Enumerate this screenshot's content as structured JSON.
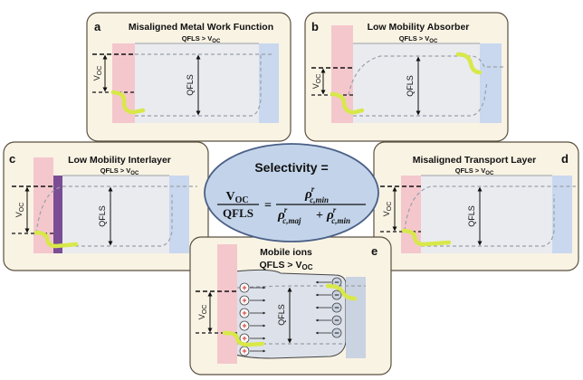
{
  "center": {
    "title": "Selectivity =",
    "lhs_num": "V",
    "lhs_num_sub": "OC",
    "lhs_den": "QFLS",
    "equals": "=",
    "rho": "ρ",
    "sup_r": "r",
    "sub_cmin": "c,min",
    "sub_cmaj": "c,maj",
    "plus": "+"
  },
  "panels": {
    "a": {
      "letter": "a",
      "title": "Misaligned Metal Work Function",
      "cond_pre": "QFLS > V",
      "cond_sub": "OC"
    },
    "b": {
      "letter": "b",
      "title": "Low Mobility Absorber",
      "cond_pre": "QFLS > V",
      "cond_sub": "OC"
    },
    "c": {
      "letter": "c",
      "title": "Low Mobility Interlayer",
      "cond_pre": "QFLS > V",
      "cond_sub": "OC"
    },
    "d": {
      "letter": "d",
      "title": "Misaligned Transport Layer",
      "cond_pre": "QFLS > V",
      "cond_sub": "OC"
    },
    "e": {
      "letter": "e",
      "title": "Mobile ions",
      "cond_pre": "QFLS > V",
      "cond_sub": "OC"
    }
  },
  "labels": {
    "voc": "V",
    "voc_sub": "OC",
    "qfls": "QFLS",
    "plus_ion": "+",
    "minus_ion": "−"
  },
  "colors": {
    "panel_bg": "#f9f3e4",
    "panel_border": "#5a5040",
    "absorber": "#e9ebef",
    "left_contact": "#f4c7cd",
    "right_contact": "#c9d8ee",
    "interlayer": "#7a4d94",
    "band_line": "#9aa0a8",
    "highlight": "#d8e84a",
    "ellipse_fill": "#c3d4ea",
    "ellipse_stroke": "#4a5f86",
    "ion_plus": "#d9342b"
  }
}
